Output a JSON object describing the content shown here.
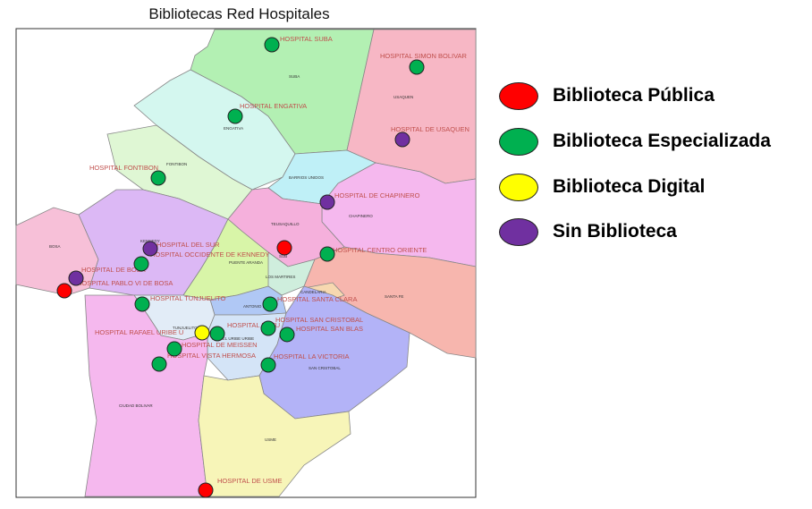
{
  "title": "Bibliotecas Red Hospitales",
  "legend": [
    {
      "label": "Biblioteca Pública",
      "color": "#ff0000"
    },
    {
      "label": "Biblioteca Especializada",
      "color": "#00b050"
    },
    {
      "label": "Biblioteca Digital",
      "color": "#ffff00"
    },
    {
      "label": "Sin Biblioteca",
      "color": "#7030a0"
    }
  ],
  "localities": {
    "suba": "SUBA",
    "usaquen": "USAQUEN",
    "engativa": "ENGATIVA",
    "fontibon": "FONTIBON",
    "barrios_unidos": "BARRIOS UNIDOS",
    "teusaquillo": "TEUSAQUILLO",
    "chapinero": "CHAPINERO",
    "bosa": "BOSA",
    "kennedy": "KENNEDY",
    "puente_aranda": "PUENTE ARANDA",
    "los_martires": "LOS MARTIRES",
    "candelaria": "CANDELARIA",
    "santa_fe": "SANTA FE",
    "antonio_narino": "ANTONIO N",
    "tunjuelito": "TUNJUELITO",
    "rafael_uribe": "RAFAEL URIBE URIBE",
    "san_cristobal": "SAN CRISTOBAL",
    "ciudad_bolivar": "CIUDAD BOLIVAR",
    "usme": "USME",
    "sub": "SUB"
  },
  "hospitals": {
    "suba": "HOSPITAL SUBA",
    "simon_bolivar": "HOSPITAL SIMON BOLIVAR",
    "engativa": "HOSPITAL ENGATIVA",
    "usaquen": "HOSPITAL DE USAQUEN",
    "fontibon": "HOSPITAL FONTIBON",
    "chapinero": "HOSPITAL DE CHAPINERO",
    "del_sur": "HOSPITAL DEL SUR",
    "occidente_kennedy": "HOSPITAL OCCIDENTE DE KENNEDY",
    "centro_oriente": "HOSPITAL CENTRO ORIENTE",
    "bosa": "HOSPITAL DE BOSA",
    "pablo_vi_bosa": "HOSPITAL PABLO VI DE BOSA",
    "tunjuelito": "HOSPITAL TUNJUELITO",
    "santa_clara": "HOSPITAL SANTA CLARA",
    "san_cristobal": "HOSPITAL SAN CRISTOBAL",
    "el_tunal": "HOSPITAL EL TU",
    "san_blas": "HOSPITAL SAN BLAS",
    "rafael_uribe": "HOSPITAL RAFAEL URIBE U",
    "meissen": "HOSPITAL DE MEISSEN",
    "vista_hermosa": "HOSPITAL VISTA HERMOSA",
    "la_victoria": "HOSPITAL LA VICTORIA",
    "usme": "HOSPITAL DE USME"
  }
}
